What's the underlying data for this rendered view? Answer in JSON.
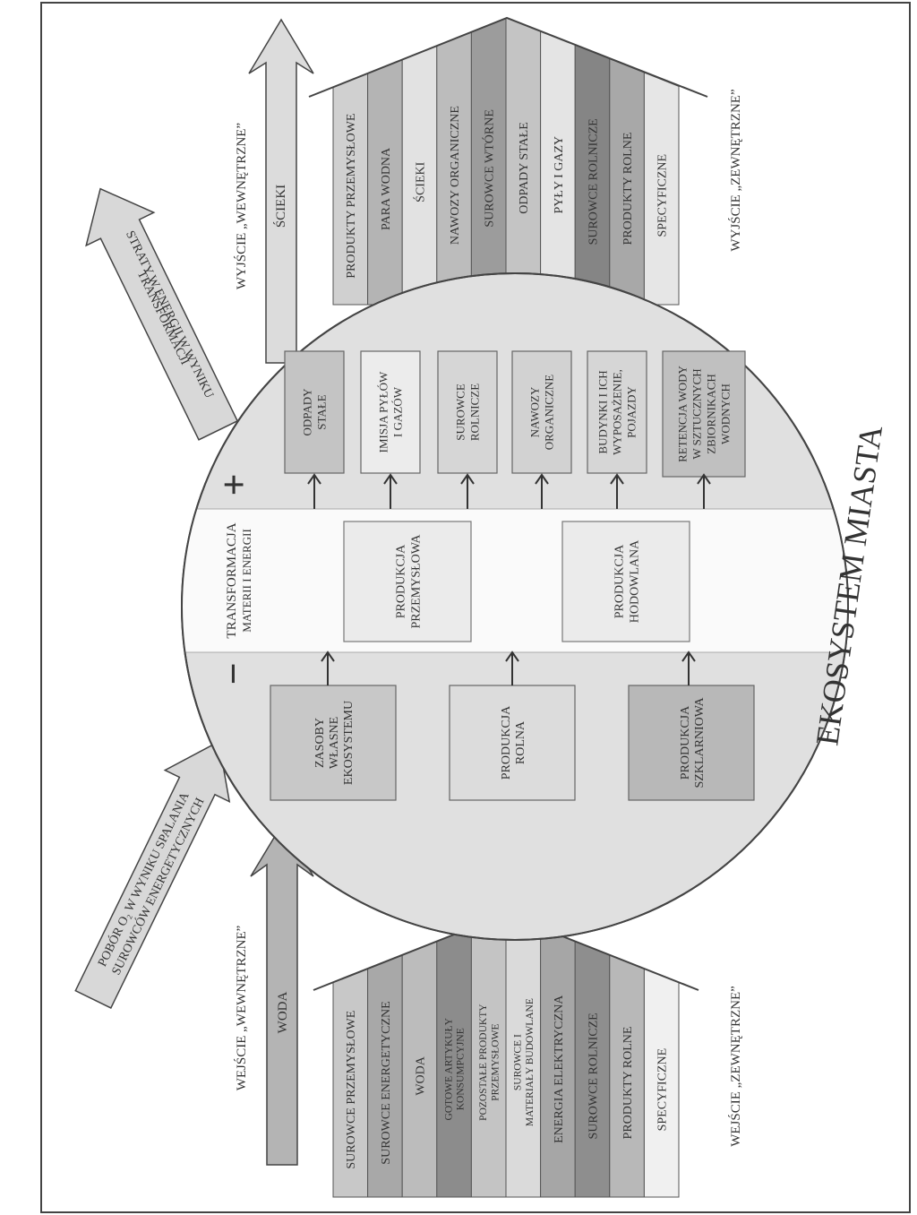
{
  "title": "EKOSYSTEM MIASTA",
  "signs": {
    "minus": "−",
    "plus": "+"
  },
  "transformation": {
    "line1": "TRANSFORMACJA",
    "line2": "MATERII I ENERGII"
  },
  "left_boxes": [
    {
      "lines": [
        "ZASOBY",
        "WŁASNE",
        "EKOSYSTEMU"
      ],
      "fill": "#c8c8c8"
    },
    {
      "lines": [
        "PRODUKCJA",
        "ROLNA"
      ],
      "fill": "#dcdcdc"
    },
    {
      "lines": [
        "PRODUKCJA",
        "SZKLARNIOWA"
      ],
      "fill": "#b8b8b8"
    }
  ],
  "center_boxes": [
    {
      "lines": [
        "PRODUKCJA",
        "PRZEMYSŁOWA"
      ]
    },
    {
      "lines": [
        "PRODUKCJA",
        "HODOWLANA"
      ]
    }
  ],
  "right_boxes": [
    {
      "lines": [
        "ODPADY",
        "STAŁE"
      ],
      "fill": "#c4c4c4"
    },
    {
      "lines": [
        "IMISJA PYŁÓW",
        "I GAZÓW"
      ],
      "fill": "#ececec"
    },
    {
      "lines": [
        "SUROWCE",
        "ROLNICZE"
      ],
      "fill": "#d6d6d6"
    },
    {
      "lines": [
        "NAWOZY",
        "ORGANICZNE"
      ],
      "fill": "#d2d2d2"
    },
    {
      "lines": [
        "BUDYNKI I ICH",
        "WYPOSAŻENIE,",
        "POJAZDY"
      ],
      "fill": "#d6d6d6"
    },
    {
      "lines": [
        "RETENCJA WODY",
        "W SZTUCZNYCH",
        "ZBIORNIKACH",
        "WODNYCH"
      ],
      "fill": "#c0c0c0"
    }
  ],
  "inputs": {
    "internal_label": "WEJŚCIE „WEWNĘTRZNE”",
    "external_label": "WEJŚCIE „ZEWNĘTRZNE”",
    "water_arrow": "WODA",
    "oxygen_arrow": [
      "POBÓR O₂ W WYNIKU SPALANIA",
      "SUROWCÓW ENERGETYCZNYCH"
    ],
    "stripes": [
      {
        "label": "SUROWCE PRZEMYSŁOWE",
        "fill": "#c8c8c8"
      },
      {
        "label": "SUROWCE ENERGETYCZNE",
        "fill": "#a8a8a8"
      },
      {
        "label": "WODA",
        "fill": "#bcbcbc"
      },
      {
        "label": "GOTOWE ARTYKUŁY KONSUMPCYJNE",
        "fill": "#8c8c8c"
      },
      {
        "label": "POZOSTAŁE PRODUKTY PRZEMYSŁOWE",
        "fill": "#c4c4c4"
      },
      {
        "label": "SUROWCE I MATERIAŁY BUDOWLANE",
        "fill": "#dadada"
      },
      {
        "label": "ENERGIA ELEKTRYCZNA",
        "fill": "#a6a6a6"
      },
      {
        "label": "SUROWCE ROLNICZE",
        "fill": "#8e8e8e"
      },
      {
        "label": "PRODUKTY ROLNE",
        "fill": "#b8b8b8"
      },
      {
        "label": "SPECYFICZNE",
        "fill": "#f0f0f0"
      }
    ]
  },
  "outputs": {
    "internal_label": "WYJŚCIE „WEWNĘTRZNE”",
    "external_label": "WYJŚCIE „ZEWNĘTRZNE”",
    "sewage_arrow": "ŚCIEKI",
    "loss_arrow": [
      "STRATY W ENERGII W WYNIKU",
      "TRANSFORMACJI"
    ],
    "stripes": [
      {
        "label": "PRODUKTY PRZEMYSŁOWE",
        "fill": "#d0d0d0"
      },
      {
        "label": "PARA WODNA",
        "fill": "#b4b4b4"
      },
      {
        "label": "ŚCIEKI",
        "fill": "#e2e2e2"
      },
      {
        "label": "NAWOZY ORGANICZNE",
        "fill": "#bcbcbc"
      },
      {
        "label": "SUROWCE WTÓRNE",
        "fill": "#9c9c9c"
      },
      {
        "label": "ODPADY STAŁE",
        "fill": "#c4c4c4"
      },
      {
        "label": "PYŁY I GAZY",
        "fill": "#e4e4e4"
      },
      {
        "label": "SUROWCE ROLNICZE",
        "fill": "#858585"
      },
      {
        "label": "PRODUKTY ROLNE",
        "fill": "#a8a8a8"
      },
      {
        "label": "SPECYFICZNE",
        "fill": "#e6e6e6"
      }
    ]
  }
}
